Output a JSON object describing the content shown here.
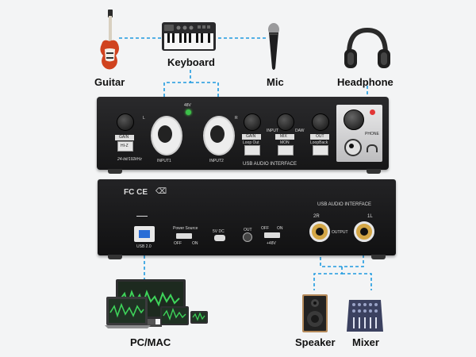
{
  "devices": {
    "guitar": "Guitar",
    "keyboard": "Keyboard",
    "mic": "Mic",
    "headphone": "Headphone",
    "pc": "PC/MAC",
    "speaker": "Speaker",
    "mixer": "Mixer"
  },
  "front_panel": {
    "gain_label": "GAIN",
    "hiz_label": "HI-Z",
    "phantom_label": "48V",
    "input1_label": "INPUT1",
    "input2_label": "INPUT2",
    "gain2_label": "GAIN",
    "loopout_label": "Loop Out",
    "mix_label": "MIX",
    "input_label": "INPUT",
    "daw_label": "DAW",
    "mon_label": "MON",
    "out_label": "OUT",
    "loopback_label": "LoopBack",
    "phone_label": "PHONE",
    "spec_label": "24-bit/192kHz",
    "model_label": "USB AUDIO INTERFACE",
    "left_marker": "L",
    "right_marker": "R"
  },
  "back_panel": {
    "title": "USB AUDIO INTERFACE",
    "usb_label": "USB 2.0",
    "power_source_label": "Power Source",
    "off_label": "OFF",
    "on_label": "ON",
    "dc_label": "5V DC",
    "out_label": "OUT",
    "phantom_label": "+48V",
    "output_label": "OUTPUT",
    "out_2r": "2R",
    "out_1l": "1L",
    "cert_marks": "FC CE"
  },
  "colors": {
    "cable": "#1e9ae0",
    "panel": "#1c1c1e",
    "background": "#f3f4f5"
  }
}
